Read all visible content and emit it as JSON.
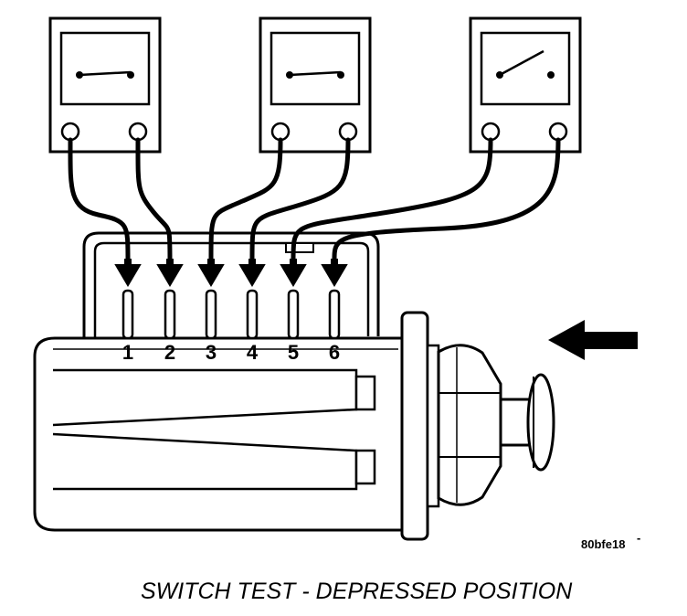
{
  "diagram": {
    "pins": [
      "1",
      "2",
      "3",
      "4",
      "5",
      "6"
    ],
    "meters": [
      {
        "state": "closed"
      },
      {
        "state": "closed"
      },
      {
        "state": "open"
      }
    ],
    "reference_code": "80bfe18",
    "caption": "SWITCH TEST - DEPRESSED POSITION"
  }
}
